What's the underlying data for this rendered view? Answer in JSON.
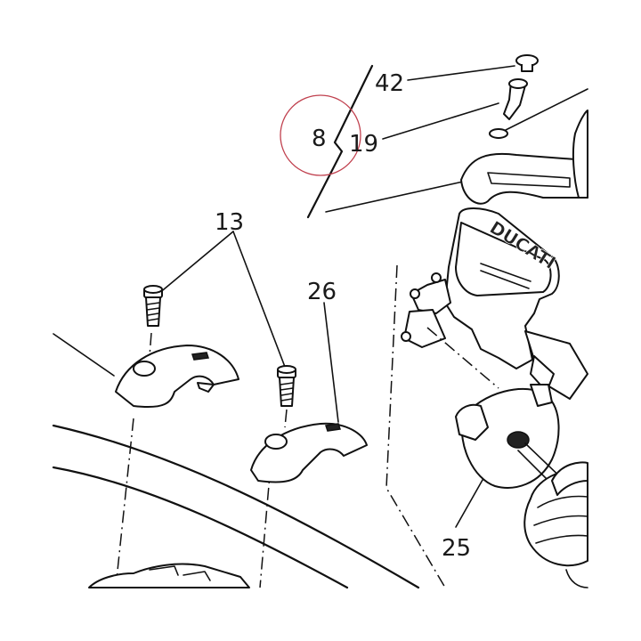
{
  "callouts": {
    "c42": "42",
    "c19": "19",
    "c8": "8",
    "c13": "13",
    "c26": "26",
    "c25": "25"
  },
  "brand": "DUCATI",
  "highlight_color": "#c0404e"
}
